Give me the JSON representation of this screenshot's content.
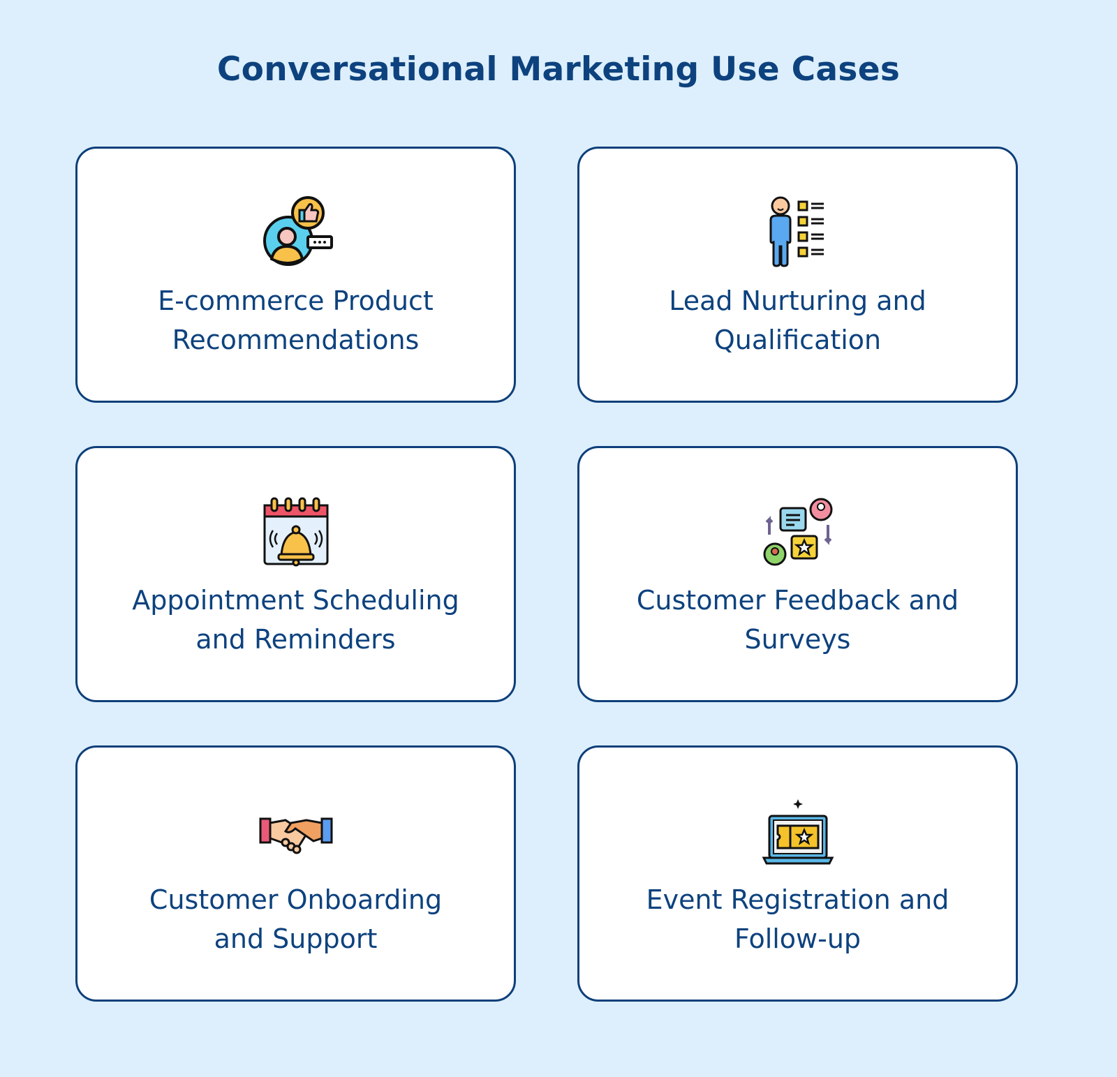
{
  "title": "Conversational Marketing Use Cases",
  "colors": {
    "background": "#ddeffc",
    "card_border": "#0d3f7a",
    "text": "#0d427e"
  },
  "cards": [
    {
      "icon": "thumbs-up-feedback-icon",
      "line1": "E-commerce Product",
      "line2": "Recommendations"
    },
    {
      "icon": "person-checklist-icon",
      "line1": "Lead Nurturing and",
      "line2": "Qualification"
    },
    {
      "icon": "calendar-bell-icon",
      "line1": "Appointment Scheduling",
      "line2": "and Reminders"
    },
    {
      "icon": "feedback-exchange-icon",
      "line1": "Customer Feedback and",
      "line2": "Surveys"
    },
    {
      "icon": "handshake-icon",
      "line1": "Customer Onboarding",
      "line2": "and Support"
    },
    {
      "icon": "laptop-ticket-icon",
      "line1": "Event Registration and",
      "line2": "Follow-up"
    }
  ]
}
